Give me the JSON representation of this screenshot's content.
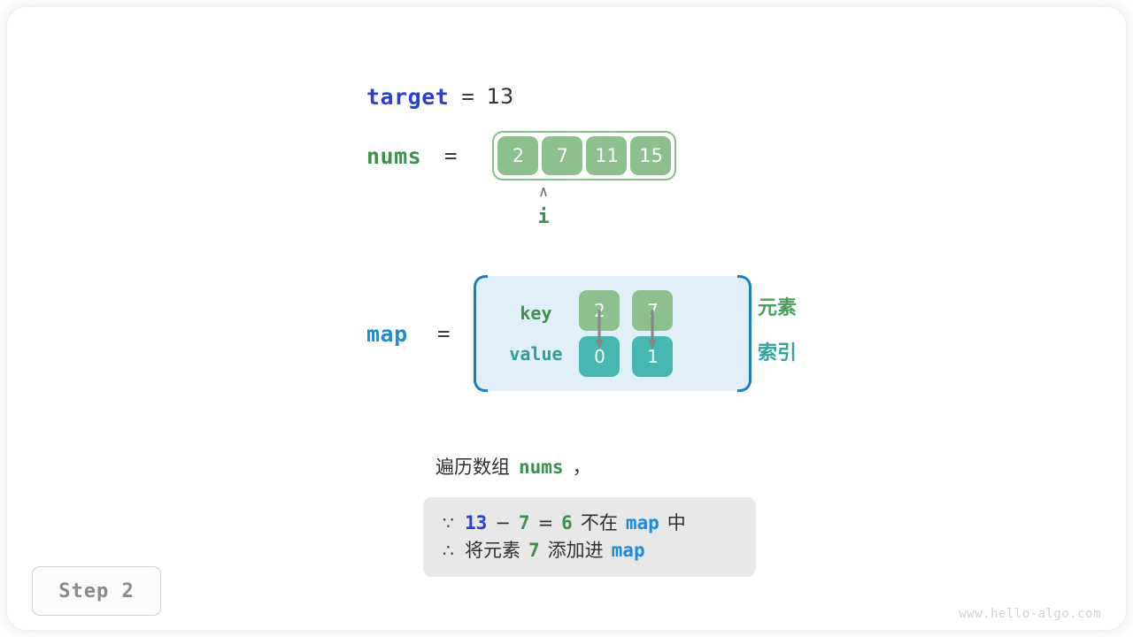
{
  "colors": {
    "accent_blue_dark": "#2a3fd4",
    "accent_blue_light": "#1a8cd8",
    "accent_green": "#3f8f4f",
    "cell_green": "#8cc08c",
    "cell_teal": "#45b8b2",
    "map_bg": "#e1eff9",
    "note_bg": "#e8e8e8",
    "legend_element": "#4a9e5c",
    "legend_index": "#34a49c"
  },
  "target": {
    "name": "target",
    "equals": "=",
    "value": "13"
  },
  "nums": {
    "name": "nums",
    "equals": "=",
    "cells": [
      "2",
      "7",
      "11",
      "15"
    ]
  },
  "pointer": {
    "caret": "∧",
    "label": "i"
  },
  "map": {
    "name": "map",
    "equals": "=",
    "key_label": "key",
    "value_label": "value",
    "entries": [
      {
        "key": "2",
        "value": "0"
      },
      {
        "key": "7",
        "value": "1"
      }
    ]
  },
  "legends": {
    "element": "元素",
    "index": "索引"
  },
  "caption": {
    "text_before": "遍历数组",
    "code": "nums",
    "text_after": "，"
  },
  "note": {
    "line1": {
      "symbol": "∵",
      "a": "13",
      "minus": "−",
      "b": "7",
      "eq": "=",
      "result": "6",
      "text_mid": "不在",
      "code": "map",
      "text_end": "中"
    },
    "line2": {
      "symbol": "∴",
      "text_before": "将元素",
      "code_num": "7",
      "text_mid": "添加进",
      "code": "map"
    }
  },
  "step": {
    "label": "Step 2"
  },
  "watermark": {
    "text": "www.hello-algo.com"
  }
}
